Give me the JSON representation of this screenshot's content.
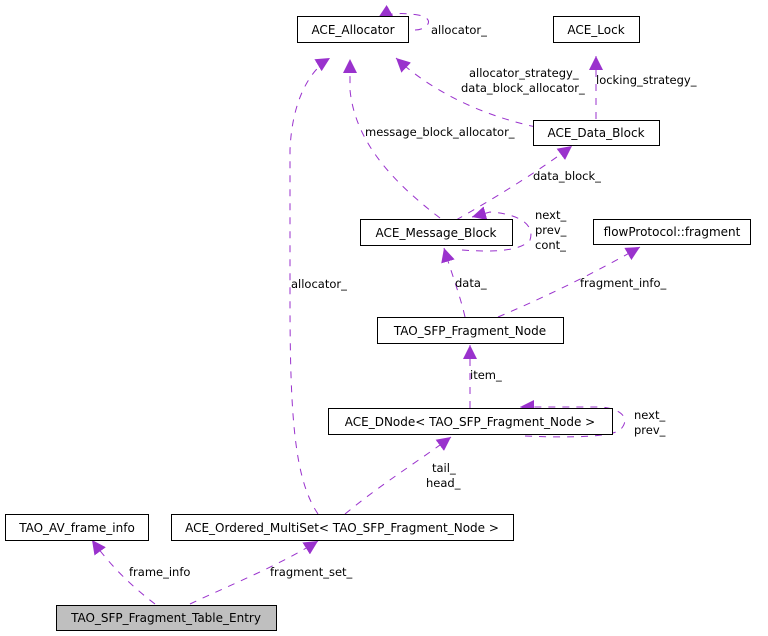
{
  "diagram": {
    "type": "collaboration-graph",
    "edge_color": "#9a32cd",
    "focus_fill": "#bfbfbf",
    "nodes": [
      {
        "id": "ace_allocator",
        "label": "ACE_Allocator"
      },
      {
        "id": "ace_lock",
        "label": "ACE_Lock"
      },
      {
        "id": "ace_data_block",
        "label": "ACE_Data_Block"
      },
      {
        "id": "ace_message_block",
        "label": "ACE_Message_Block"
      },
      {
        "id": "flowprotocol_fragment",
        "label": "flowProtocol::fragment"
      },
      {
        "id": "tao_sfp_fragment_node",
        "label": "TAO_SFP_Fragment_Node"
      },
      {
        "id": "ace_dnode",
        "label": "ACE_DNode< TAO_SFP_Fragment_Node >"
      },
      {
        "id": "tao_av_frame_info",
        "label": "TAO_AV_frame_info"
      },
      {
        "id": "ace_ordered_multiset",
        "label": "ACE_Ordered_MultiSet< TAO_SFP_Fragment_Node >"
      },
      {
        "id": "tao_sfp_fragment_table_entry",
        "label": "TAO_SFP_Fragment_Table_Entry",
        "focus": true
      }
    ],
    "edges": [
      {
        "from": "ace_allocator",
        "to": "ace_allocator",
        "label_lines": [
          "allocator_"
        ]
      },
      {
        "from": "ace_data_block",
        "to": "ace_allocator",
        "label_lines": [
          "allocator_strategy_",
          "data_block_allocator_"
        ]
      },
      {
        "from": "ace_data_block",
        "to": "ace_lock",
        "label_lines": [
          "locking_strategy_"
        ]
      },
      {
        "from": "ace_message_block",
        "to": "ace_allocator",
        "label_lines": [
          "message_block_allocator_"
        ]
      },
      {
        "from": "ace_message_block",
        "to": "ace_data_block",
        "label_lines": [
          "data_block_"
        ]
      },
      {
        "from": "ace_message_block",
        "to": "ace_message_block",
        "label_lines": [
          "next_",
          "prev_",
          "cont_"
        ]
      },
      {
        "from": "tao_sfp_fragment_node",
        "to": "ace_message_block",
        "label_lines": [
          "data_"
        ]
      },
      {
        "from": "tao_sfp_fragment_node",
        "to": "flowprotocol_fragment",
        "label_lines": [
          "fragment_info_"
        ]
      },
      {
        "from": "ace_dnode",
        "to": "tao_sfp_fragment_node",
        "label_lines": [
          "item_"
        ]
      },
      {
        "from": "ace_dnode",
        "to": "ace_dnode",
        "label_lines": [
          "next_",
          "prev_"
        ]
      },
      {
        "from": "ace_ordered_multiset",
        "to": "ace_allocator",
        "label_lines": [
          "allocator_"
        ]
      },
      {
        "from": "ace_ordered_multiset",
        "to": "ace_dnode",
        "label_lines": [
          "tail_",
          "head_"
        ]
      },
      {
        "from": "tao_sfp_fragment_table_entry",
        "to": "tao_av_frame_info",
        "label_lines": [
          "frame_info"
        ]
      },
      {
        "from": "tao_sfp_fragment_table_entry",
        "to": "ace_ordered_multiset",
        "label_lines": [
          "fragment_set_"
        ]
      }
    ]
  }
}
